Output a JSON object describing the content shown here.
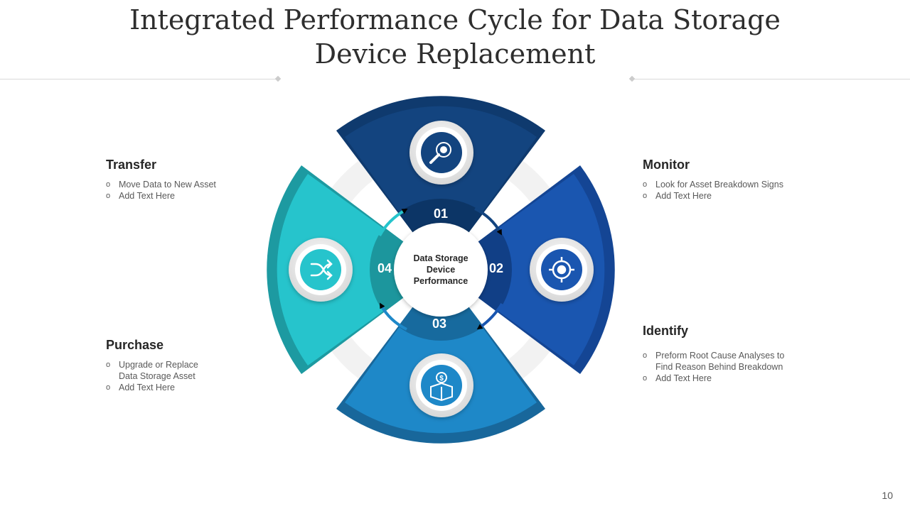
{
  "slide": {
    "title_line1": "Integrated Performance Cycle for Data Storage",
    "title_line2": "Device Replacement",
    "page_number": "10"
  },
  "center": {
    "line1": "Data Storage",
    "line2": "Device",
    "line3": "Performance"
  },
  "steps": [
    {
      "number": "01",
      "color": "#13447f",
      "icon": "search-gear-icon"
    },
    {
      "number": "02",
      "color": "#1a56b0",
      "icon": "target-icon"
    },
    {
      "number": "03",
      "color": "#1e88c8",
      "icon": "box-dollar-icon"
    },
    {
      "number": "04",
      "color": "#26c4cc",
      "icon": "shuffle-icon"
    }
  ],
  "labels": {
    "monitor": {
      "heading": "Monitor",
      "items": [
        "Look for Asset Breakdown Signs",
        "Add Text Here"
      ]
    },
    "identify": {
      "heading": "Identify",
      "items": [
        "Preform Root Cause Analyses to",
        "Find Reason Behind Breakdown",
        "Add Text Here"
      ]
    },
    "purchase": {
      "heading": "Purchase",
      "items": [
        "Upgrade or Replace",
        "Data Storage Asset",
        "Add Text Here"
      ]
    },
    "transfer": {
      "heading": "Transfer",
      "items": [
        "Move Data to New Asset",
        "Add Text Here"
      ]
    }
  }
}
